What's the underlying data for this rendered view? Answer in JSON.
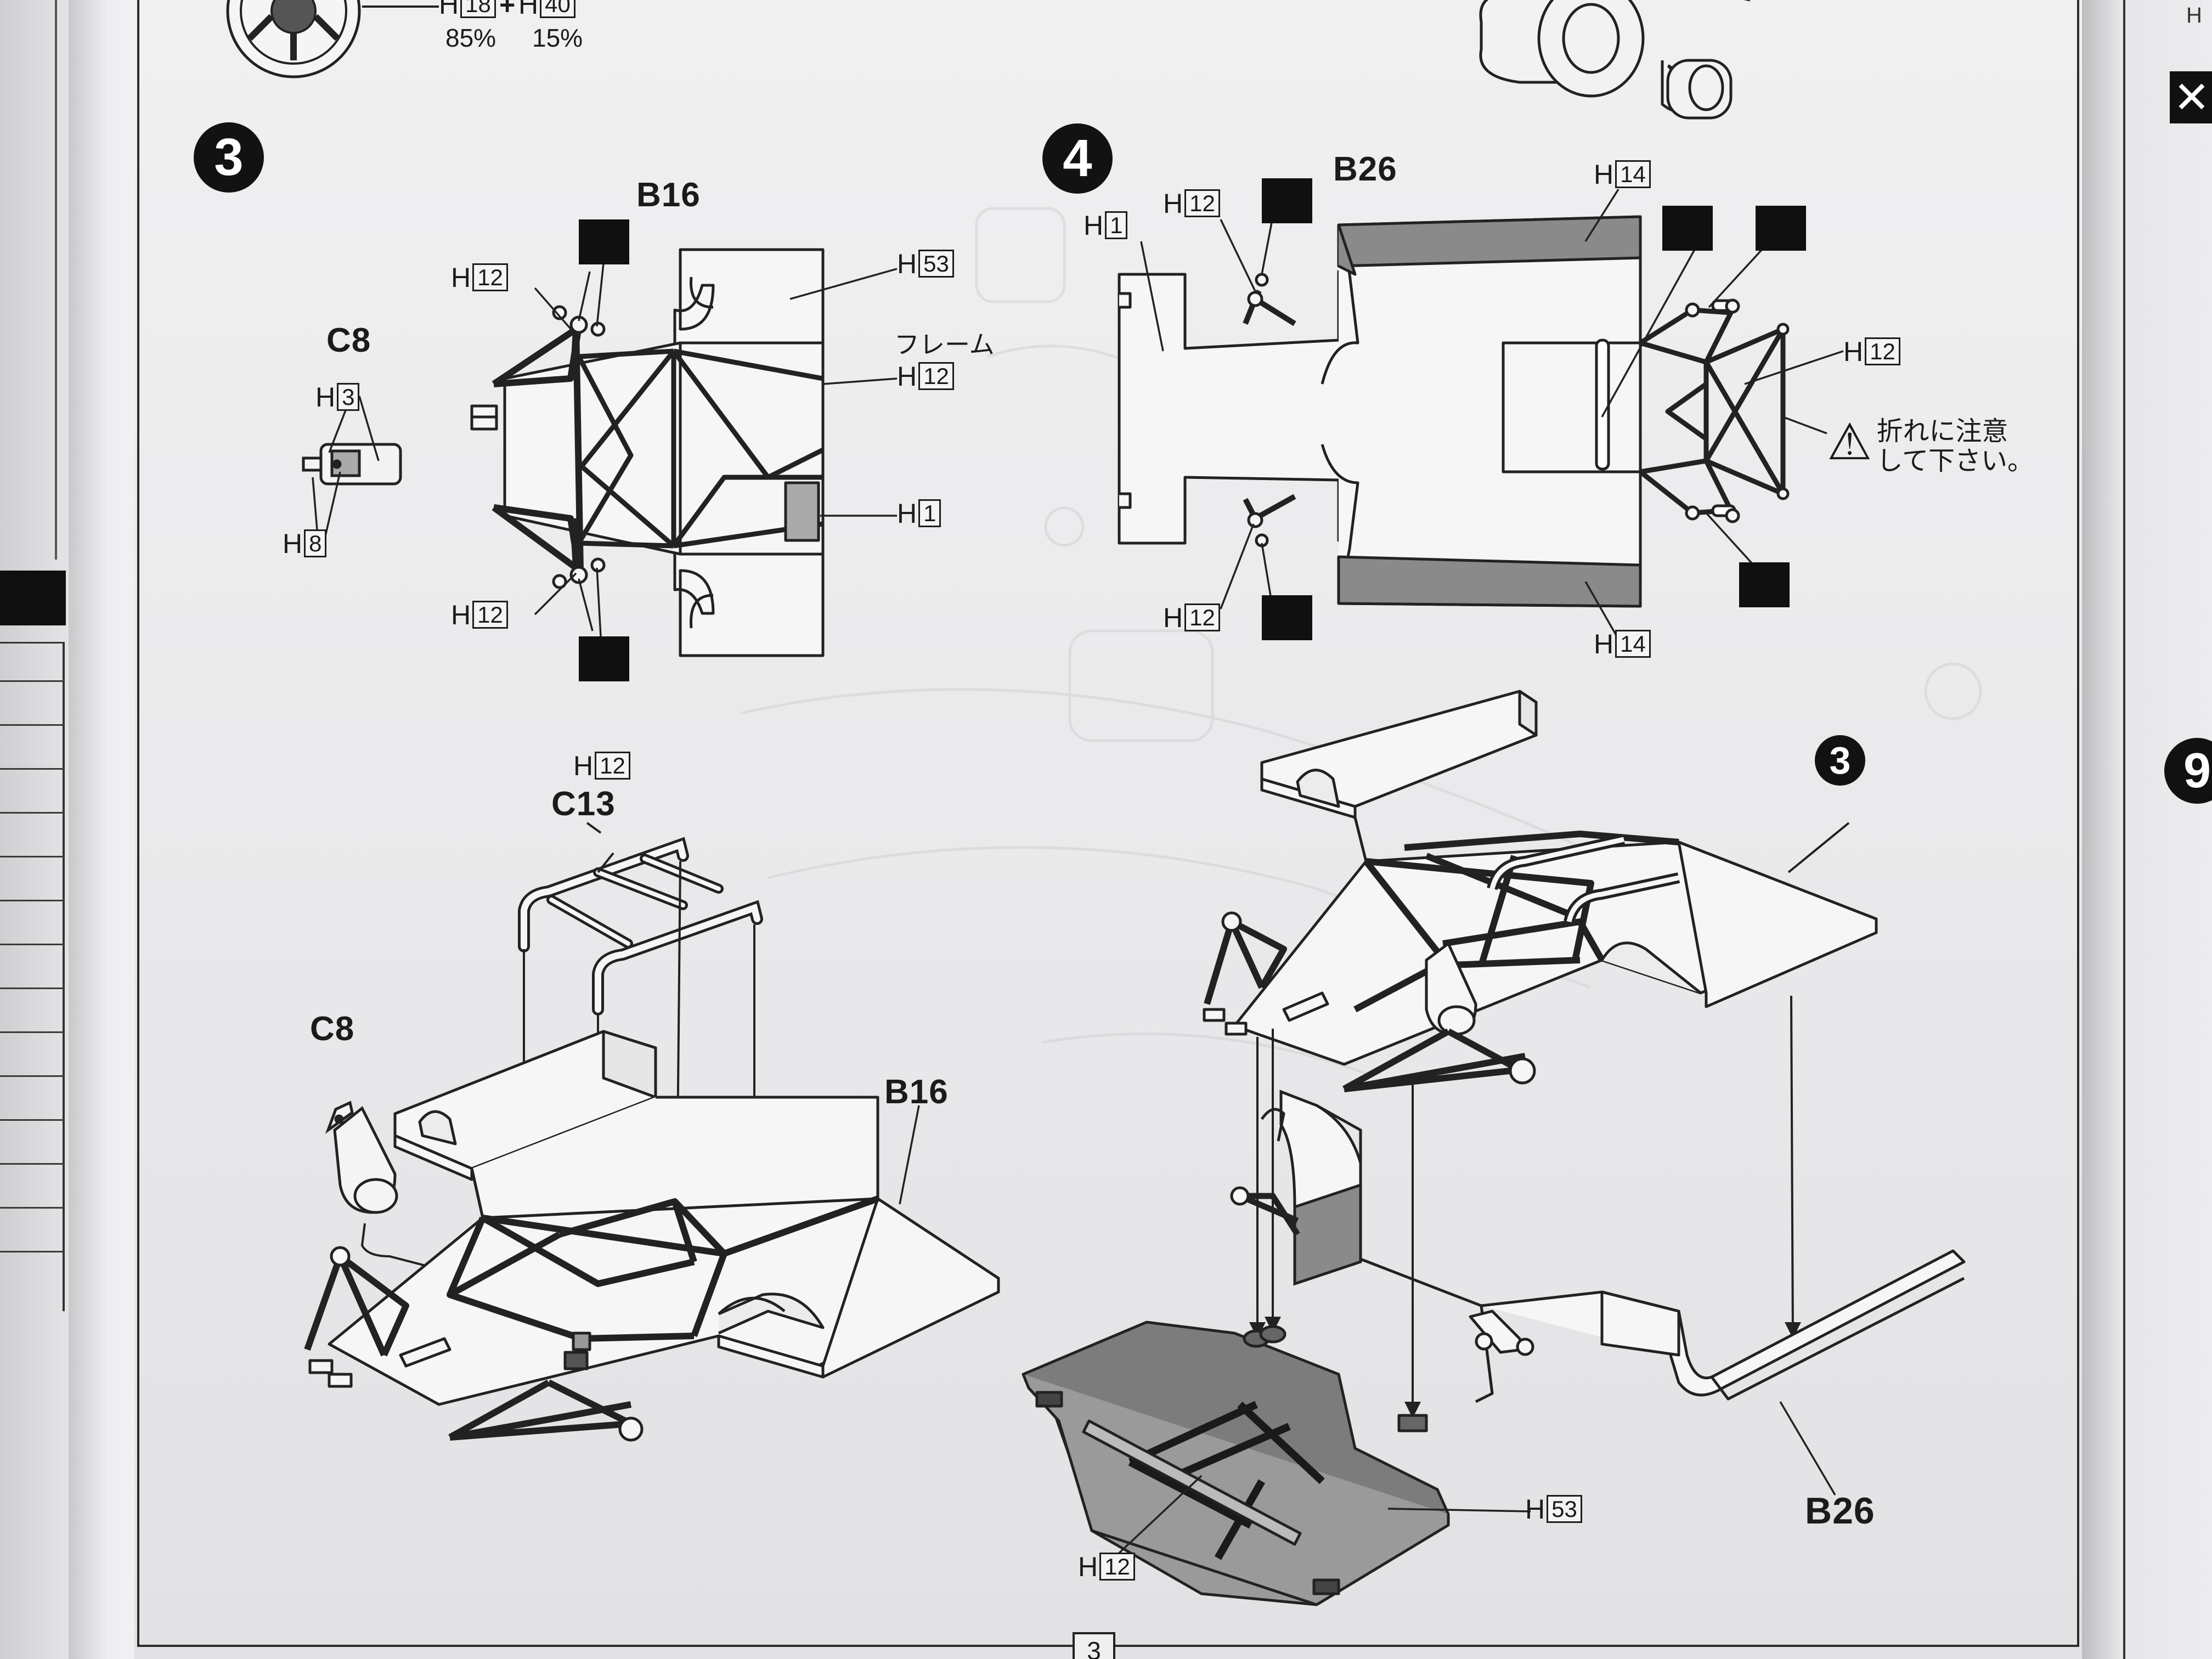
{
  "page_number": "3",
  "top_strip": {
    "h18": "18",
    "h40": "40",
    "plus": "+",
    "h_prefix": "H",
    "pct_h18": "85%",
    "pct_h40": "15%"
  },
  "step3": {
    "number": "3",
    "label_b16": "B16",
    "label_c8": "C8",
    "label_frame": "フレーム",
    "callouts": {
      "h12_top": "12",
      "h53": "53",
      "h12_frame": "12",
      "h1": "1",
      "h12_bottom": "12",
      "h3": "3",
      "h8": "8"
    }
  },
  "step4": {
    "number": "4",
    "label_b26": "B26",
    "callouts": {
      "h1": "1",
      "h12_top": "12",
      "h14_top": "14",
      "h12_right": "12",
      "h12_bottom": "12",
      "h14_bottom": "14"
    },
    "warning": {
      "line1": "折れに注意",
      "line2": "して下さい。"
    }
  },
  "assembly_left": {
    "label_c13": "C13",
    "label_c8": "C8",
    "label_b16": "B16",
    "callouts": {
      "h12": "12"
    }
  },
  "assembly_right": {
    "step_ref": "3",
    "label_b26": "B26",
    "callouts": {
      "h53": "53",
      "h12": "12"
    }
  },
  "right_sheet": {
    "mark": "✕",
    "step_partial": "9",
    "h": "H"
  },
  "icons": [
    "glue-icon",
    "warning-triangle-icon"
  ],
  "colors": {
    "ink": "#1b1b1b",
    "paper": "#efeff0",
    "part_fill": "#f6f6f6",
    "dark_part": "#7c7c7c",
    "tint_part": "#9b9b9b"
  }
}
